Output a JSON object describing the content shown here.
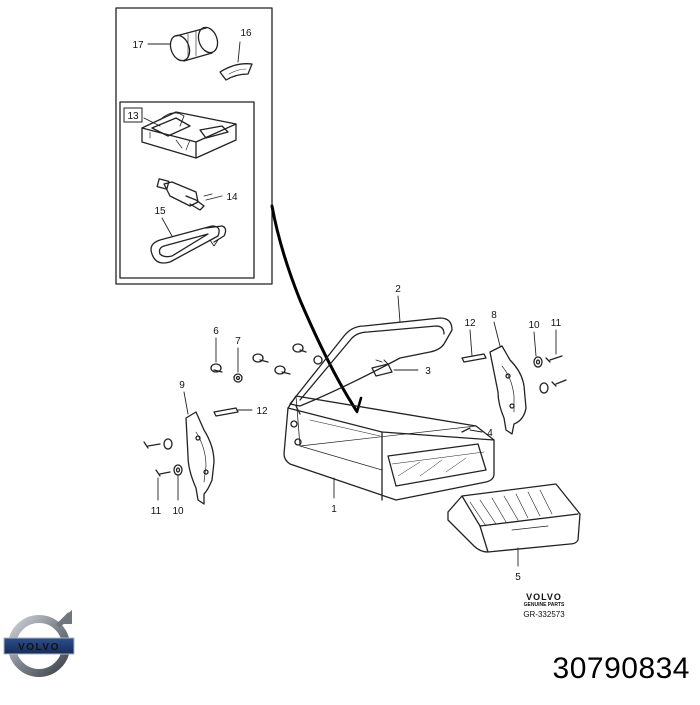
{
  "diagram": {
    "callouts": {
      "c1": "1",
      "c2": "2",
      "c3": "3",
      "c4": "4",
      "c5": "5",
      "c6": "6",
      "c7": "7",
      "c8": "8",
      "c9": "9",
      "c10a": "10",
      "c10b": "10",
      "c11a": "11",
      "c11b": "11",
      "c12a": "12",
      "c12b": "12",
      "c13": "13",
      "c14": "14",
      "c15": "15",
      "c16": "16",
      "c17": "17"
    },
    "stamp": {
      "brand": "VOLVO",
      "sub": "GENUINE PARTS",
      "code": "GR-332573"
    }
  },
  "footer": {
    "logo_text": "VOLVO",
    "part_number": "30790834"
  }
}
